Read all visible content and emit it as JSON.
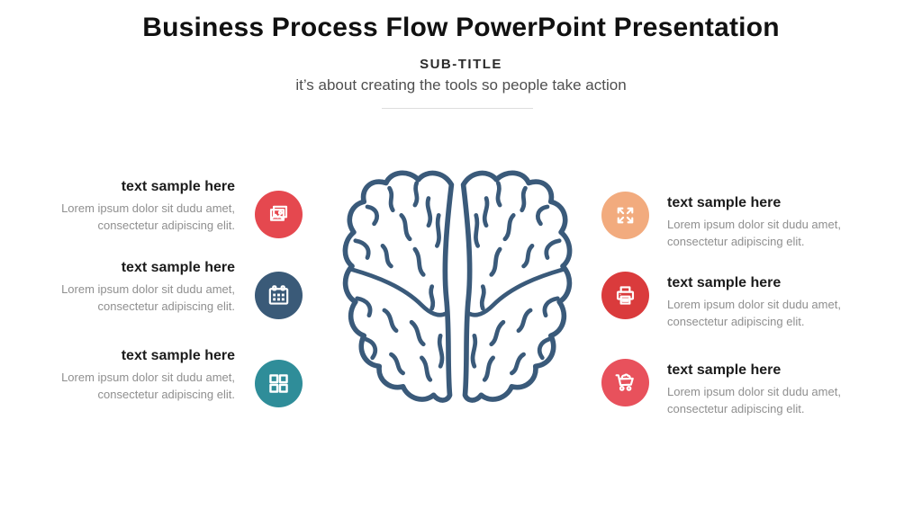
{
  "slide": {
    "title": "Business Process Flow PowerPoint Presentation",
    "subtitle": "SUB-TITLE",
    "tagline": "it’s about creating the tools so people take action"
  },
  "center_illustration": {
    "name": "brain-illustration",
    "stroke_color": "#3a5a7a"
  },
  "left_items": [
    {
      "title": "text sample here",
      "body": "Lorem ipsum dolor sit dudu amet, consectetur adipiscing elit.",
      "icon": "image-icon",
      "color": "#e5484f"
    },
    {
      "title": "text sample here",
      "body": "Lorem ipsum dolor sit dudu amet, consectetur adipiscing elit.",
      "icon": "calendar-icon",
      "color": "#3a5a78"
    },
    {
      "title": "text sample here",
      "body": "Lorem ipsum dolor sit dudu amet, consectetur adipiscing elit.",
      "icon": "grid-icon",
      "color": "#2f8d99"
    }
  ],
  "right_items": [
    {
      "title": "text sample here",
      "body": "Lorem ipsum dolor sit dudu amet, consectetur adipiscing elit.",
      "icon": "expand-icon",
      "color": "#f2ab7e"
    },
    {
      "title": "text sample here",
      "body": "Lorem ipsum dolor sit dudu amet, consectetur adipiscing elit.",
      "icon": "printer-icon",
      "color": "#da3b3c"
    },
    {
      "title": "text sample here",
      "body": "Lorem ipsum dolor sit dudu amet, consectetur adipiscing elit.",
      "icon": "cart-icon",
      "color": "#e8515c"
    }
  ]
}
